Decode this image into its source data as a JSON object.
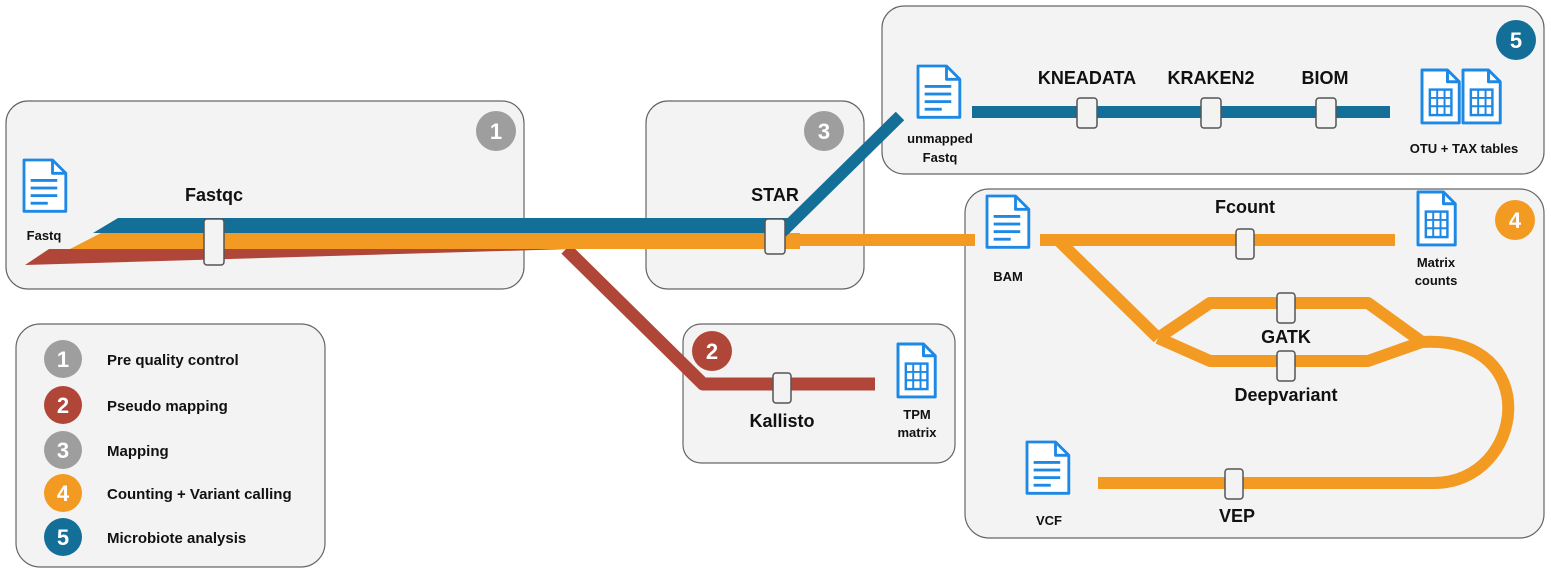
{
  "colors": {
    "blue": "#146f98",
    "orange": "#f39a23",
    "red": "#b04638",
    "grey_badge": "#9e9e9e",
    "box_fill": "#f3f3f3",
    "box_border": "#666666",
    "file_blue": "#1e88e5"
  },
  "stages": [
    {
      "number": "1",
      "color": "grey"
    },
    {
      "number": "2",
      "color": "red"
    },
    {
      "number": "3",
      "color": "grey"
    },
    {
      "number": "4",
      "color": "orange"
    },
    {
      "number": "5",
      "color": "blue"
    }
  ],
  "tools": {
    "fastqc": "Fastqc",
    "star": "STAR",
    "kallisto": "Kallisto",
    "kneadata": "KNEADATA",
    "kraken2": "KRAKEN2",
    "biom": "BIOM",
    "fcount": "Fcount",
    "gatk": "GATK",
    "deepvariant": "Deepvariant",
    "vep": "VEP"
  },
  "files": {
    "fastq": "Fastq",
    "unmapped_line1": "unmapped",
    "unmapped_line2": "Fastq",
    "otu_tax": "OTU + TAX tables",
    "bam": "BAM",
    "matrix_line1": "Matrix",
    "matrix_line2": "counts",
    "tpm_line1": "TPM",
    "tpm_line2": "matrix",
    "vcf": "VCF"
  },
  "legend": [
    {
      "number": "1",
      "label": "Pre quality control",
      "color": "grey"
    },
    {
      "number": "2",
      "label": "Pseudo mapping",
      "color": "red"
    },
    {
      "number": "3",
      "label": "Mapping",
      "color": "grey"
    },
    {
      "number": "4",
      "label": "Counting + Variant calling",
      "color": "orange"
    },
    {
      "number": "5",
      "label": "Microbiote analysis",
      "color": "blue"
    }
  ]
}
